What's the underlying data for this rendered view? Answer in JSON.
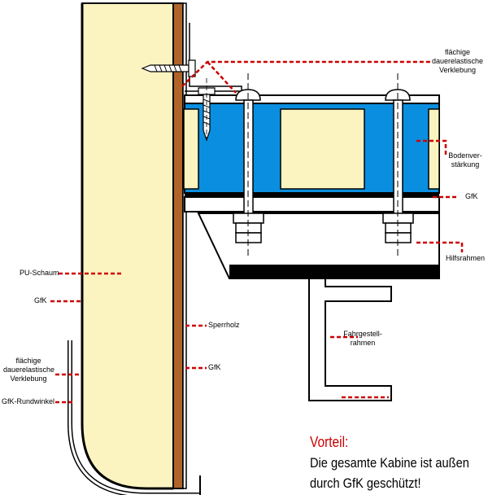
{
  "labels": {
    "top_bonding": "flächige\ndauerelastische\nVerklebung",
    "floor_reinforcement": "Bodenver-\nstärkung",
    "gfk_right": "GfK",
    "aux_frame": "Hilfsrahmen",
    "pu_foam": "PU-Schaum",
    "gfk_left": "GfK",
    "plywood": "Sperrholz",
    "bottom_bonding": "flächige\ndauerelastische\nVerklebung",
    "gfk_bottom": "GfK",
    "chassis_frame": "Fahrgestell-\nrahmen",
    "gfk_corner": "GfK-Rundwinkel"
  },
  "advantage": {
    "title": "Vorteil:",
    "line1": "Die gesamte Kabine ist außen",
    "line2": "durch GfK geschützt!"
  },
  "colors": {
    "foam": "#fbf4c0",
    "plywood": "#b0642a",
    "blue": "#0a8fe0",
    "leader": "#cc0000",
    "accent": "#cc0000"
  }
}
